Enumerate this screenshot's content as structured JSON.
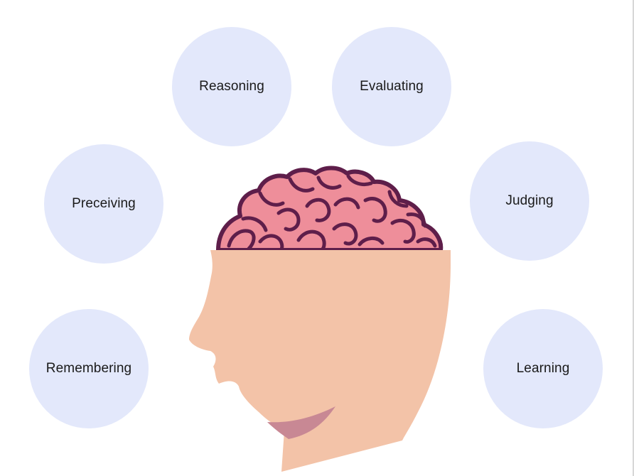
{
  "diagram": {
    "skills": [
      "Reasoning",
      "Evaluating",
      "Preceiving",
      "Judging",
      "Remembering",
      "Learning"
    ]
  },
  "colors": {
    "bubble": "#e3e8fb",
    "skin": "#f3c3a8",
    "brain": "#ee8e9a",
    "brain_outline": "#5e1e4a",
    "neck_shadow": "#c88894"
  }
}
